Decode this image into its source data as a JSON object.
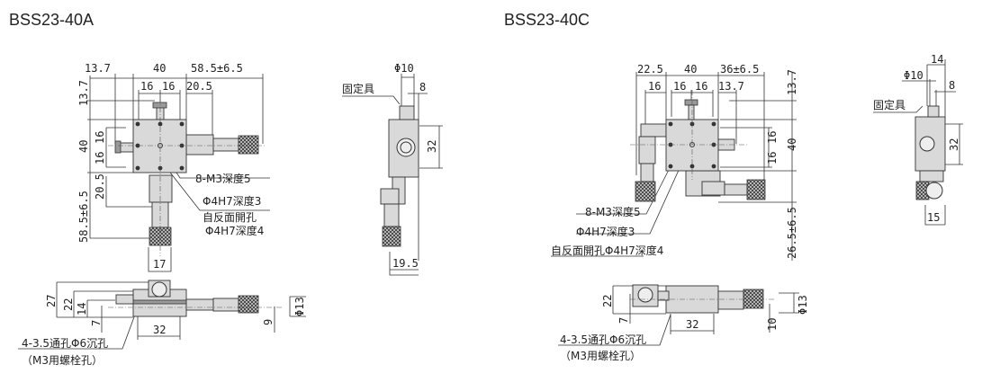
{
  "models": {
    "a": {
      "title": "BSS23-40A",
      "top_view": {
        "dim_left_13_7": "13.7",
        "dim_width_40": "40",
        "dim_travel": "58.5±6.5",
        "dim_16a": "16",
        "dim_16b": "16",
        "dim_20_5": "20.5",
        "dim_v_13_7": "13.7",
        "dim_v_40": "40",
        "dim_v_16a": "16",
        "dim_v_16b": "16",
        "dim_v_20_5": "20.5",
        "dim_v_travel": "58.5±6.5",
        "dim_17": "17",
        "callout_m3": "8-M3深度5",
        "callout_h7": "Φ4H7深度3",
        "callout_back_1": "自反面開孔",
        "callout_back_2": "Φ4H7深度4"
      },
      "side_view": {
        "dim_phi10": "Φ10",
        "fixture": "固定具",
        "dim_8": "8",
        "dim_32": "32",
        "dim_19_5": "19.5"
      },
      "front_view": {
        "dim_27": "27",
        "dim_22": "22",
        "dim_14": "14",
        "dim_7": "7",
        "dim_9": "9",
        "dim_phi13": "Φ13",
        "dim_32": "32",
        "note_1": "4-3.5通孔Φ6沉孔",
        "note_2": "（M3用螺栓孔）"
      }
    },
    "c": {
      "title": "BSS23-40C",
      "top_view": {
        "dim_22_5": "22.5",
        "dim_width_40": "40",
        "dim_travel": "36±6.5",
        "dim_16_left": "16",
        "dim_16a": "16",
        "dim_16b": "16",
        "dim_13_7": "13.7",
        "dim_v_13_7": "13.7",
        "dim_v_16a": "16",
        "dim_v_16b": "16",
        "dim_v_40": "40",
        "dim_v_travel": "26.5±6.5",
        "callout_m3": "8-M3深度5",
        "callout_h7": "Φ4H7深度3",
        "callout_back": "自反面開孔Φ4H7深度4"
      },
      "side_view": {
        "dim_14": "14",
        "dim_phi10": "Φ10",
        "dim_8": "8",
        "fixture": "固定具",
        "dim_32": "32",
        "dim_15": "15"
      },
      "front_view": {
        "dim_22": "22",
        "dim_7": "7",
        "dim_32": "32",
        "dim_10": "10",
        "dim_phi13": "Φ13",
        "note_1": "4-3.5通孔Φ6沉孔",
        "note_2": "（M3用螺栓孔）"
      }
    }
  }
}
